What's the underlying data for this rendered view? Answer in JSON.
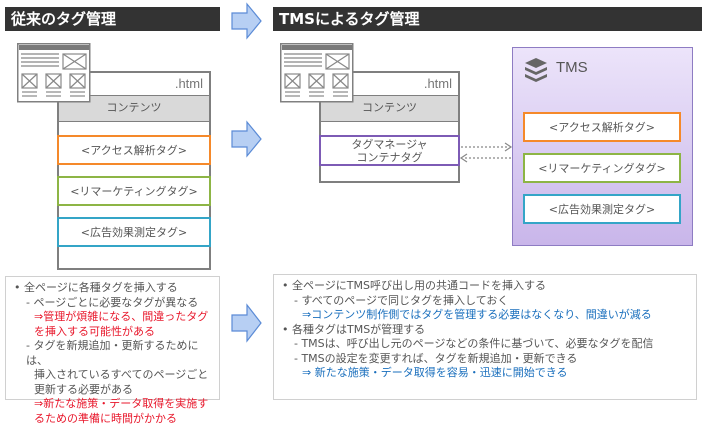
{
  "left": {
    "title": "従来のタグ管理",
    "html_label": ".html",
    "content_label": "コンテンツ",
    "tags": [
      {
        "label": "<アクセス解析タグ>",
        "color": "#f5892a"
      },
      {
        "label": "<リマーケティングタグ>",
        "color": "#8db545"
      },
      {
        "label": "<広告効果測定タグ>",
        "color": "#34a5c7"
      }
    ],
    "notes": [
      {
        "type": "bullet",
        "text": "• 全ページに各種タグを挿入する"
      },
      {
        "type": "sub",
        "text": "- ページごとに必要なタグが異なる"
      },
      {
        "type": "emph",
        "text": "⇒管理が煩雑になる、間違ったタグ"
      },
      {
        "type": "emph",
        "text": "を挿入する可能性がある"
      },
      {
        "type": "sub",
        "text": "- タグを新規追加・更新するためには、"
      },
      {
        "type": "subcont",
        "text": "挿入されているすべてのページごと"
      },
      {
        "type": "subcont",
        "text": "更新する必要がある"
      },
      {
        "type": "emph",
        "text": "⇒新たな施策・データ取得を実施す"
      },
      {
        "type": "emph",
        "text": "るための準備に時間がかかる"
      }
    ]
  },
  "right": {
    "title": "TMSによるタグ管理",
    "html_label": ".html",
    "content_label": "コンテンツ",
    "container_tag": {
      "line1": "タグマネージャ",
      "line2": "コンテナタグ",
      "color": "#7d5bb5"
    },
    "tms": {
      "title": "TMS",
      "tags": [
        {
          "label": "<アクセス解析タグ>",
          "color": "#f5892a"
        },
        {
          "label": "<リマーケティングタグ>",
          "color": "#8db545"
        },
        {
          "label": "<広告効果測定タグ>",
          "color": "#34a5c7"
        }
      ]
    },
    "notes": [
      {
        "type": "bullet",
        "text": "• 全ページにTMS呼び出し用の共通コードを挿入する"
      },
      {
        "type": "sub",
        "text": "- すべてのページで同じタグを挿入しておく"
      },
      {
        "type": "emph",
        "text": "⇒コンテンツ制作側ではタグを管理する必要はなくなり、間違いが減る"
      },
      {
        "type": "bullet",
        "text": "• 各種タグはTMSが管理する"
      },
      {
        "type": "sub",
        "text": "- TMSは、呼び出し元のページなどの条件に基づいて、必要なタグを配信"
      },
      {
        "type": "sub",
        "text": "- TMSの設定を変更すれば、タグを新規追加・更新できる"
      },
      {
        "type": "emph",
        "text": "⇒ 新たな施策・データ取得を容易・迅速に開始できる"
      }
    ]
  },
  "colors": {
    "header_bg": "#333333",
    "arrow_fill": "#b7cff3",
    "arrow_stroke": "#5b8bd6",
    "left_emph": "#e8182c",
    "right_emph": "#1a6fbd"
  }
}
